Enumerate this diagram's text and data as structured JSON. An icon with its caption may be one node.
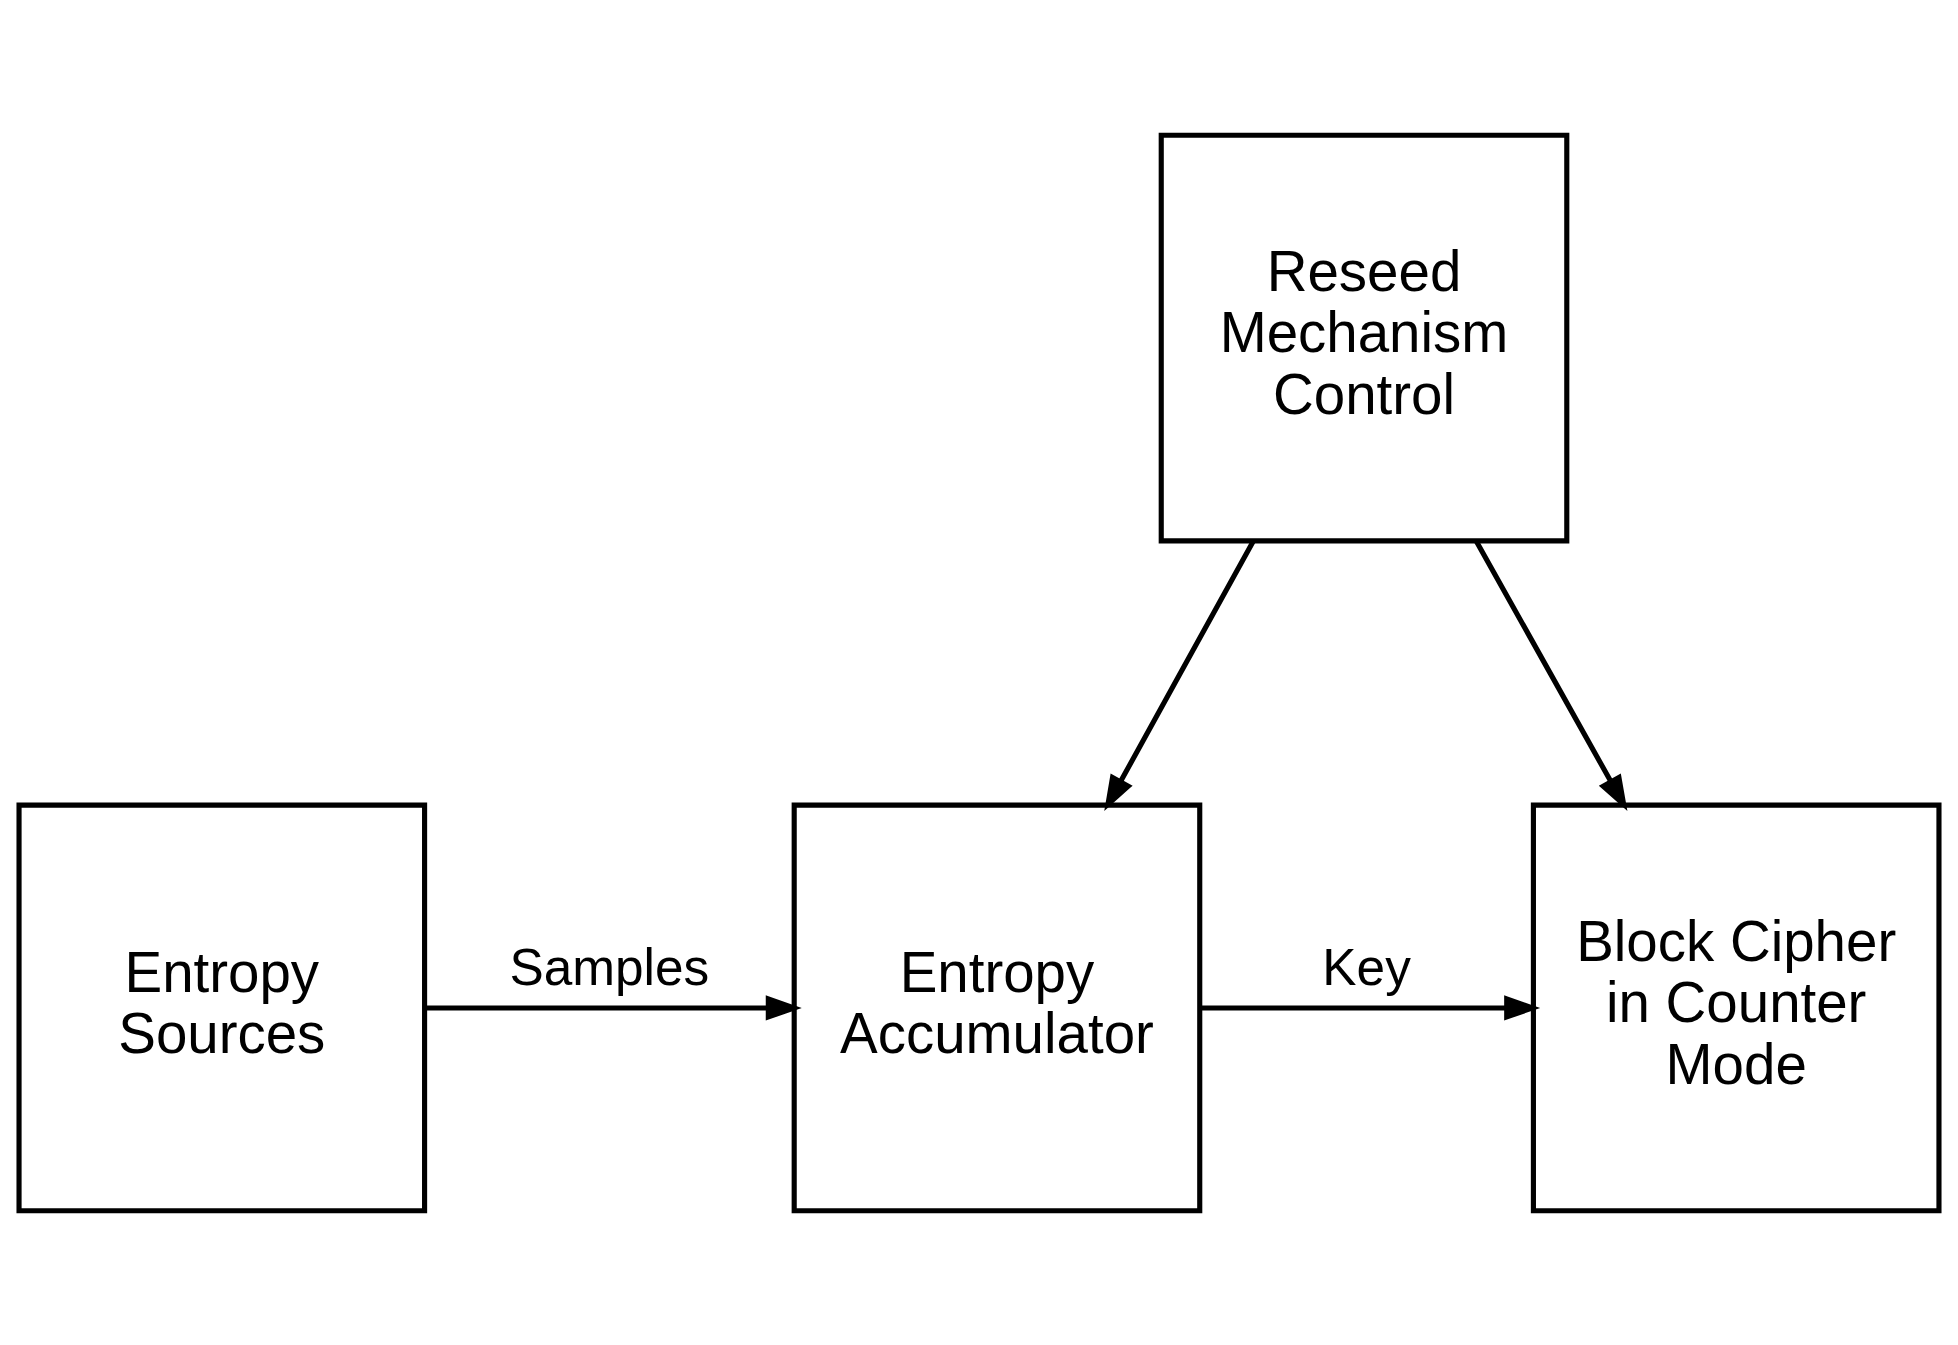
{
  "diagram": {
    "nodes": [
      {
        "text": [
          "Reseed Mechanism Control"
        ]
      },
      {
        "text": [
          "Entropy Sources"
        ]
      },
      {
        "text": [
          "Entropy Accumulator"
        ]
      },
      {
        "text": [
          "Block Cipher in Counter Mode"
        ]
      }
    ],
    "edges": [
      {
        "from": 0,
        "to": 2,
        "arrow": "to"
      },
      {
        "from": 0,
        "to": 3,
        "arrow": "to"
      },
      {
        "from": 1,
        "to": 2,
        "arrow": "to",
        "label": "Samples"
      },
      {
        "from": 2,
        "to": 3,
        "arrow": "to",
        "label": "Key"
      }
    ]
  }
}
